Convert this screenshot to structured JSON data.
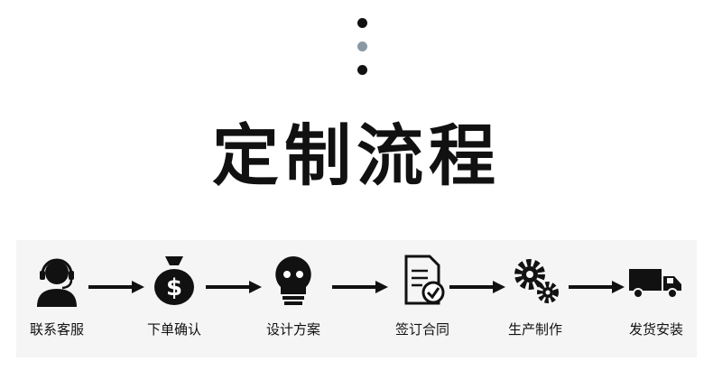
{
  "colors": {
    "dot_dark": "#111111",
    "dot_mid": "#8a98a4",
    "ink": "#111111"
  },
  "title": "定制流程",
  "steps": [
    {
      "label": "联系客服",
      "icon": "headset-person-icon"
    },
    {
      "label": "下单确认",
      "icon": "money-bag-icon"
    },
    {
      "label": "设计方案",
      "icon": "lightbulb-icon"
    },
    {
      "label": "签订合同",
      "icon": "contract-check-icon"
    },
    {
      "label": "生产制作",
      "icon": "gears-icon"
    },
    {
      "label": "发货安装",
      "icon": "delivery-truck-icon"
    }
  ]
}
